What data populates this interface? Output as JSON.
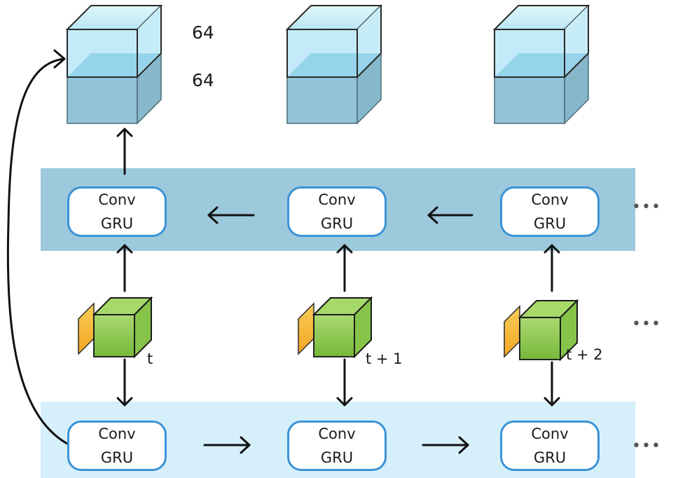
{
  "diagram": {
    "type": "ConvGRU sequence encoder-decoder",
    "output_volumes": [
      {
        "id": "output-0",
        "top_label": "64",
        "bottom_label": "64"
      },
      {
        "id": "output-1"
      },
      {
        "id": "output-2"
      }
    ],
    "decoder_row": {
      "cells": [
        {
          "line1": "Conv",
          "line2": "GRU"
        },
        {
          "line1": "Conv",
          "line2": "GRU"
        },
        {
          "line1": "Conv",
          "line2": "GRU"
        }
      ],
      "direction": "right-to-left",
      "continuation": "•••"
    },
    "inputs": [
      {
        "time_label": "t"
      },
      {
        "time_label": "t + 1"
      },
      {
        "time_label": "t + 2"
      }
    ],
    "inputs_continuation": "•••",
    "encoder_row": {
      "cells": [
        {
          "line1": "Conv",
          "line2": "GRU"
        },
        {
          "line1": "Conv",
          "line2": "GRU"
        },
        {
          "line1": "Conv",
          "line2": "GRU"
        }
      ],
      "direction": "left-to-right",
      "continuation": "•••"
    },
    "colors": {
      "decoder_band": "#9dc9dc",
      "encoder_band": "#d6f0fb",
      "cell_border": "#3b93d6",
      "volume_top": "#c9eef8",
      "volume_bottom": "#93c3d6",
      "input_cube": "#8cc63f",
      "input_plane": "#f7b733"
    }
  }
}
